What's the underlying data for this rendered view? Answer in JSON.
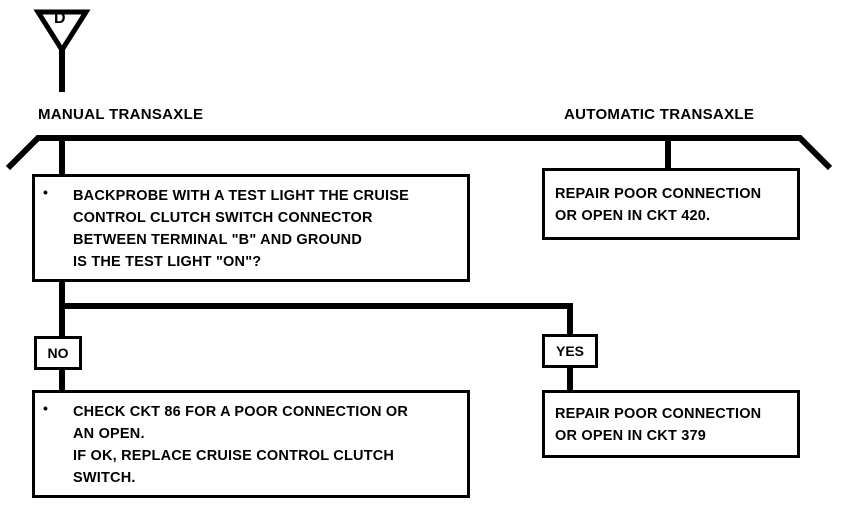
{
  "marker": {
    "letter": "D"
  },
  "branches": {
    "left_label": "MANUAL TRANSAXLE",
    "right_label": "AUTOMATIC TRANSAXLE"
  },
  "boxes": {
    "test": {
      "bullet": "•",
      "lines": [
        "BACKPROBE WITH A TEST LIGHT THE CRUISE",
        "CONTROL CLUTCH SWITCH CONNECTOR",
        "BETWEEN TERMINAL \"B\" AND GROUND",
        "IS THE TEST LIGHT \"ON\"?"
      ]
    },
    "auto_repair": {
      "lines": [
        "REPAIR POOR CONNECTION",
        "OR OPEN IN CKT 420."
      ]
    },
    "no_action": {
      "bullet": "•",
      "lines": [
        "CHECK CKT 86 FOR A POOR CONNECTION OR",
        "AN OPEN.",
        "IF OK, REPLACE CRUISE CONTROL CLUTCH",
        "SWITCH."
      ]
    },
    "yes_action": {
      "lines": [
        "REPAIR POOR CONNECTION",
        "OR OPEN IN CKT 379"
      ]
    }
  },
  "decisions": {
    "no": "NO",
    "yes": "YES"
  }
}
